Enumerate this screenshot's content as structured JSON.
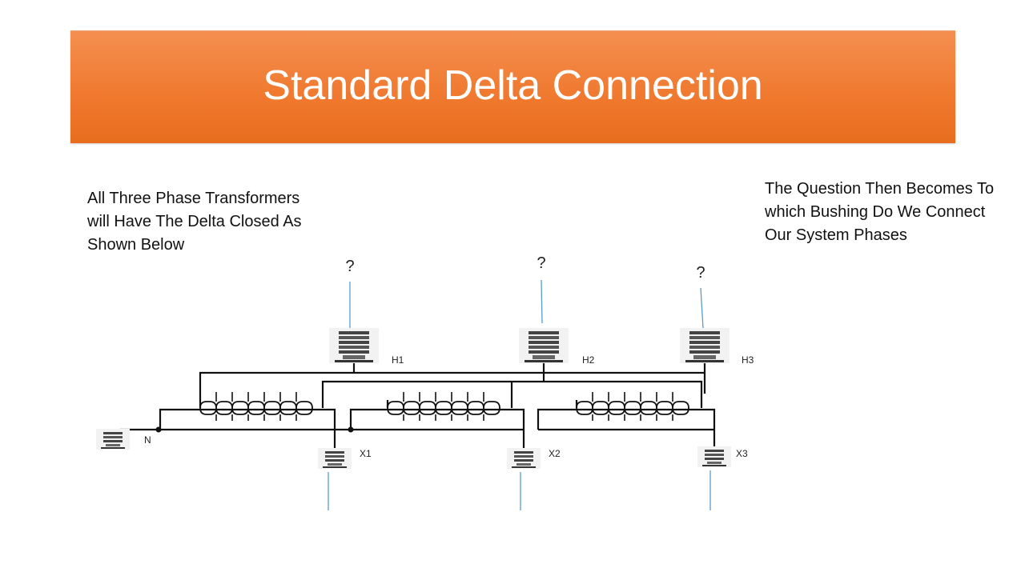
{
  "title": "Standard Delta Connection",
  "note_left": "All Three Phase Transformers will Have The Delta Closed As Shown Below",
  "note_right": "The Question Then Becomes To which Bushing Do We Connect Our System Phases",
  "unknown_marks": [
    "?",
    "?",
    "?"
  ],
  "high_bushings": [
    "H1",
    "H2",
    "H3"
  ],
  "low_bushings": [
    "X1",
    "X2",
    "X3"
  ],
  "neutral": "N",
  "colors": {
    "banner": "#f07a30",
    "lead": "#5a9ac8",
    "wire": "#111111"
  }
}
